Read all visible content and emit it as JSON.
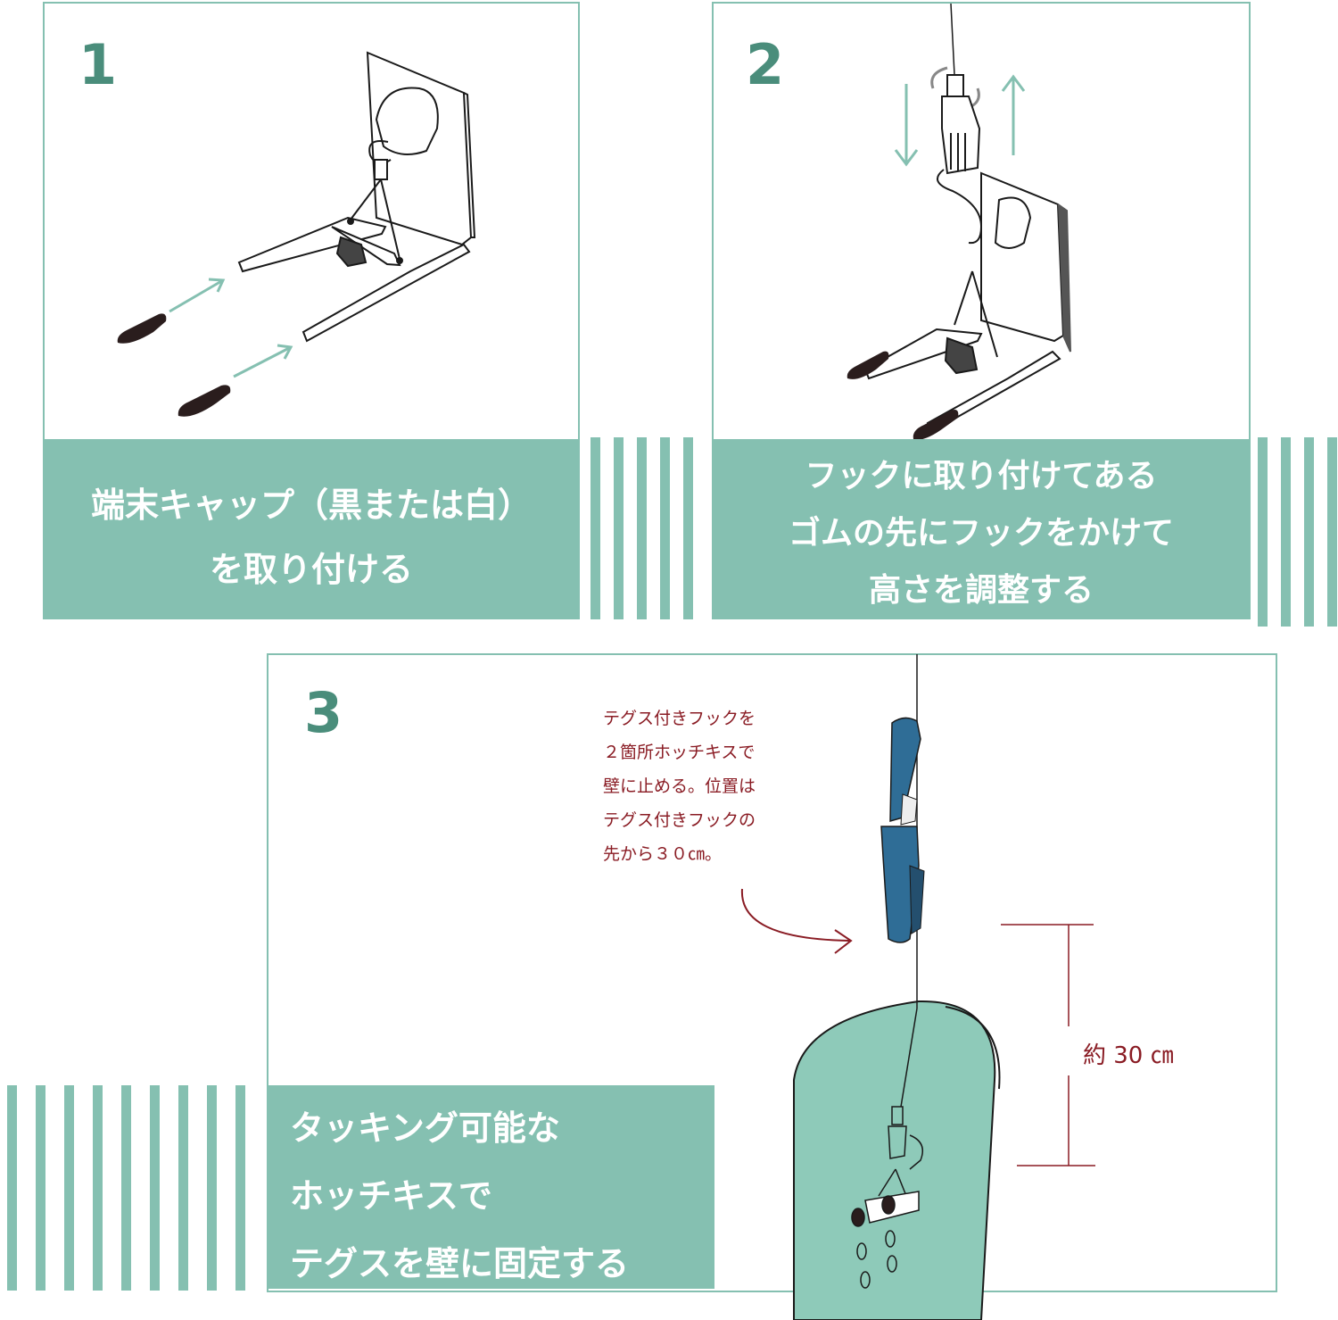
{
  "steps": [
    {
      "number": "1",
      "caption_lines": [
        "端末キャップ（黒または白）",
        "を取り付ける"
      ]
    },
    {
      "number": "2",
      "caption_lines": [
        "フックに取り付けてある",
        "ゴムの先にフックをかけて",
        "高さを調整する"
      ]
    },
    {
      "number": "3",
      "caption_lines": [
        "タッキング可能な",
        "ホッチキスで",
        "テグスを壁に固定する"
      ]
    }
  ],
  "annotation": {
    "lines": [
      "テグス付きフックを",
      "２箇所ホッチキスで",
      "壁に止める。位置は",
      "テグス付きフックの",
      "先から３０㎝。"
    ]
  },
  "dimension_label": "約 30 ㎝",
  "colors": {
    "accent": "#85c0b1",
    "number": "#4a8d7b",
    "note": "#8a1c24",
    "board": "#8ecab9",
    "stapler": "#2f6d96"
  }
}
